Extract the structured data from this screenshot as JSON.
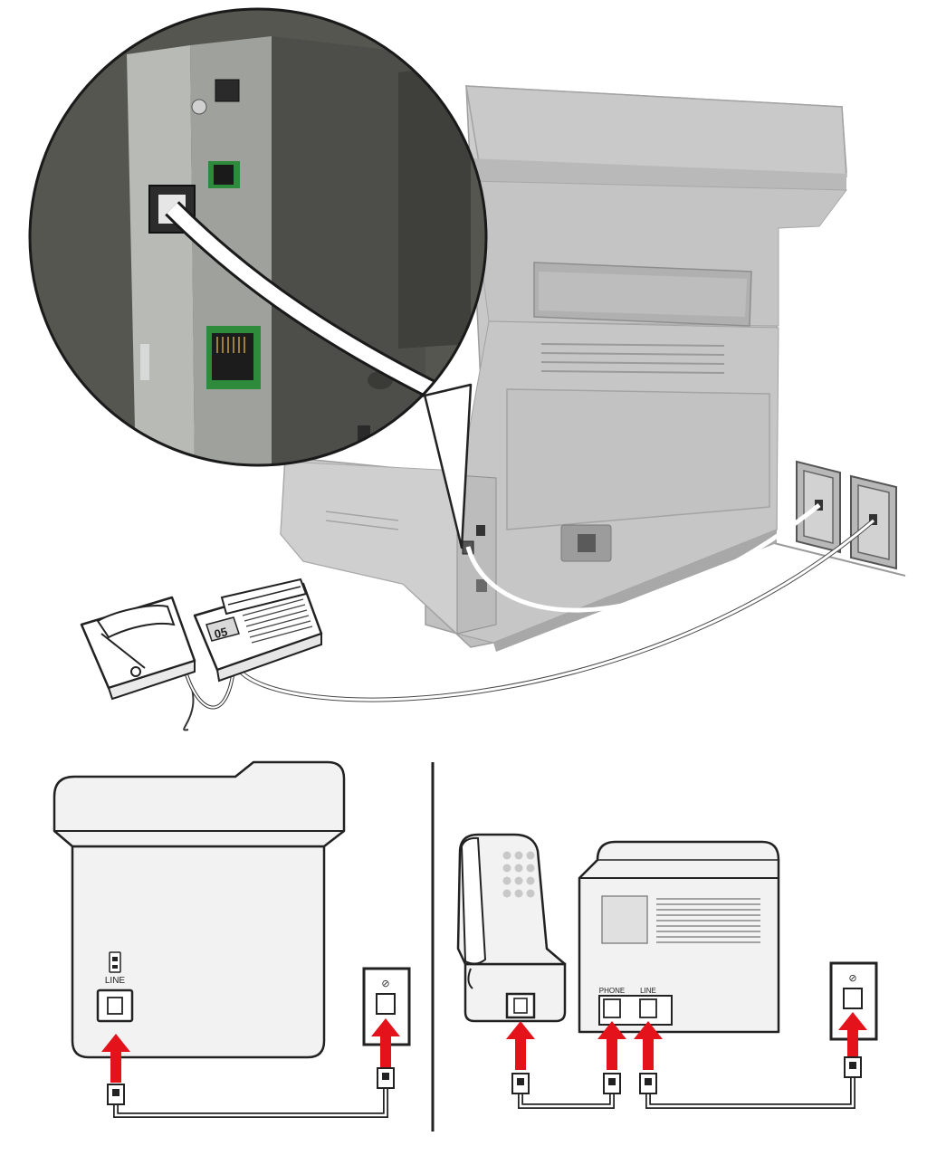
{
  "labels": {
    "printer_port": "LINE",
    "device_port_phone": "PHONE",
    "device_port_line": "LINE",
    "device_display": "05",
    "wall_jack_symbol": "⊘"
  },
  "colors": {
    "printer_body": "#c8c8c8",
    "printer_shadow": "#a9a9a9",
    "panel_dark": "#4a4a48",
    "panel_silver": "#b9bbb8",
    "port_green": "#2e8b3b",
    "arrow_red": "#e3121b",
    "outline": "#1a1a1a",
    "diagram_fill": "#f2f2f2"
  },
  "icons": [
    "telephone-icon",
    "answering-machine-icon",
    "wall-jack-icon",
    "rj11-plug-icon",
    "up-arrow-icon",
    "magnifier-callout-icon"
  ]
}
